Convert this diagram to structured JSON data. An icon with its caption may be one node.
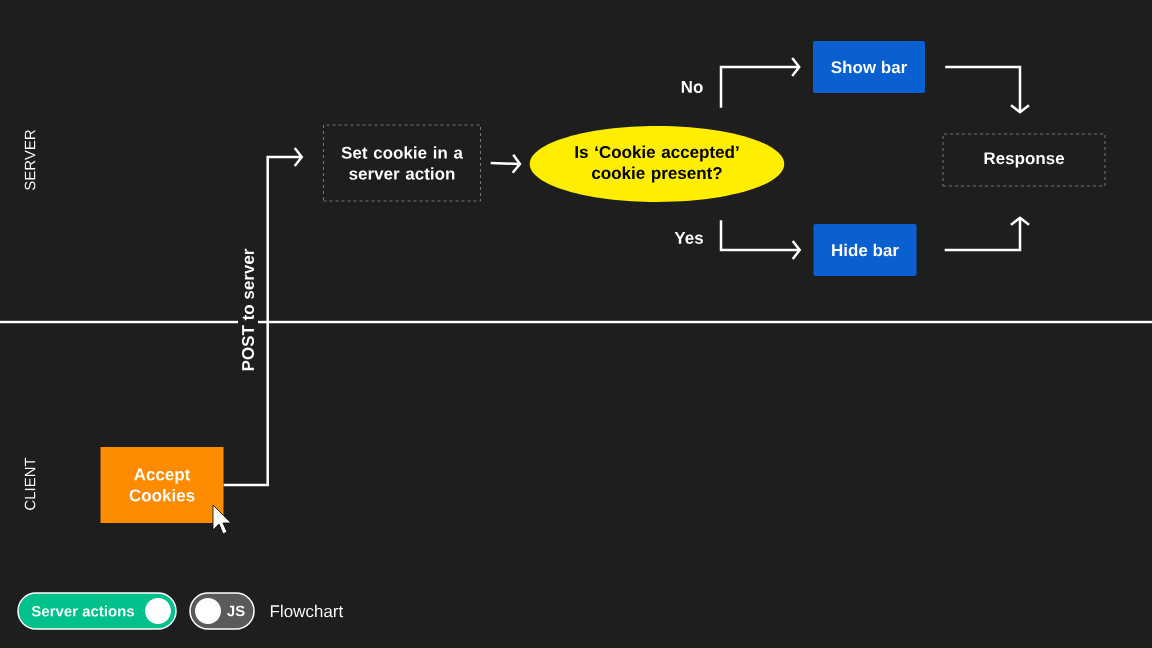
{
  "diagram": {
    "nodes": [
      {
        "text": [
          "Accept Cookies"
        ]
      },
      {
        "text": [
          "Set cookie in a server action"
        ]
      },
      {
        "text": [
          "Is ‘Cookie accepted’ cookie present?"
        ]
      },
      {
        "text": [
          "Show bar"
        ]
      },
      {
        "text": [
          "Hide bar"
        ]
      },
      {
        "text": [
          "Response"
        ]
      }
    ],
    "edges": [
      {
        "from": 0,
        "to": 1,
        "arrow": "to",
        "label": "POST to server"
      },
      {
        "from": 1,
        "to": 2,
        "arrow": "to"
      },
      {
        "from": 2,
        "to": 3,
        "arrow": "to",
        "label": "No"
      },
      {
        "from": 2,
        "to": 4,
        "arrow": "to",
        "label": "Yes"
      },
      {
        "from": 3,
        "to": 5,
        "arrow": "to"
      },
      {
        "from": 4,
        "to": 5,
        "arrow": "to"
      }
    ],
    "labels": [
      "SERVER",
      "CLIENT",
      "Server actions",
      "JS",
      "Flowchart"
    ]
  }
}
